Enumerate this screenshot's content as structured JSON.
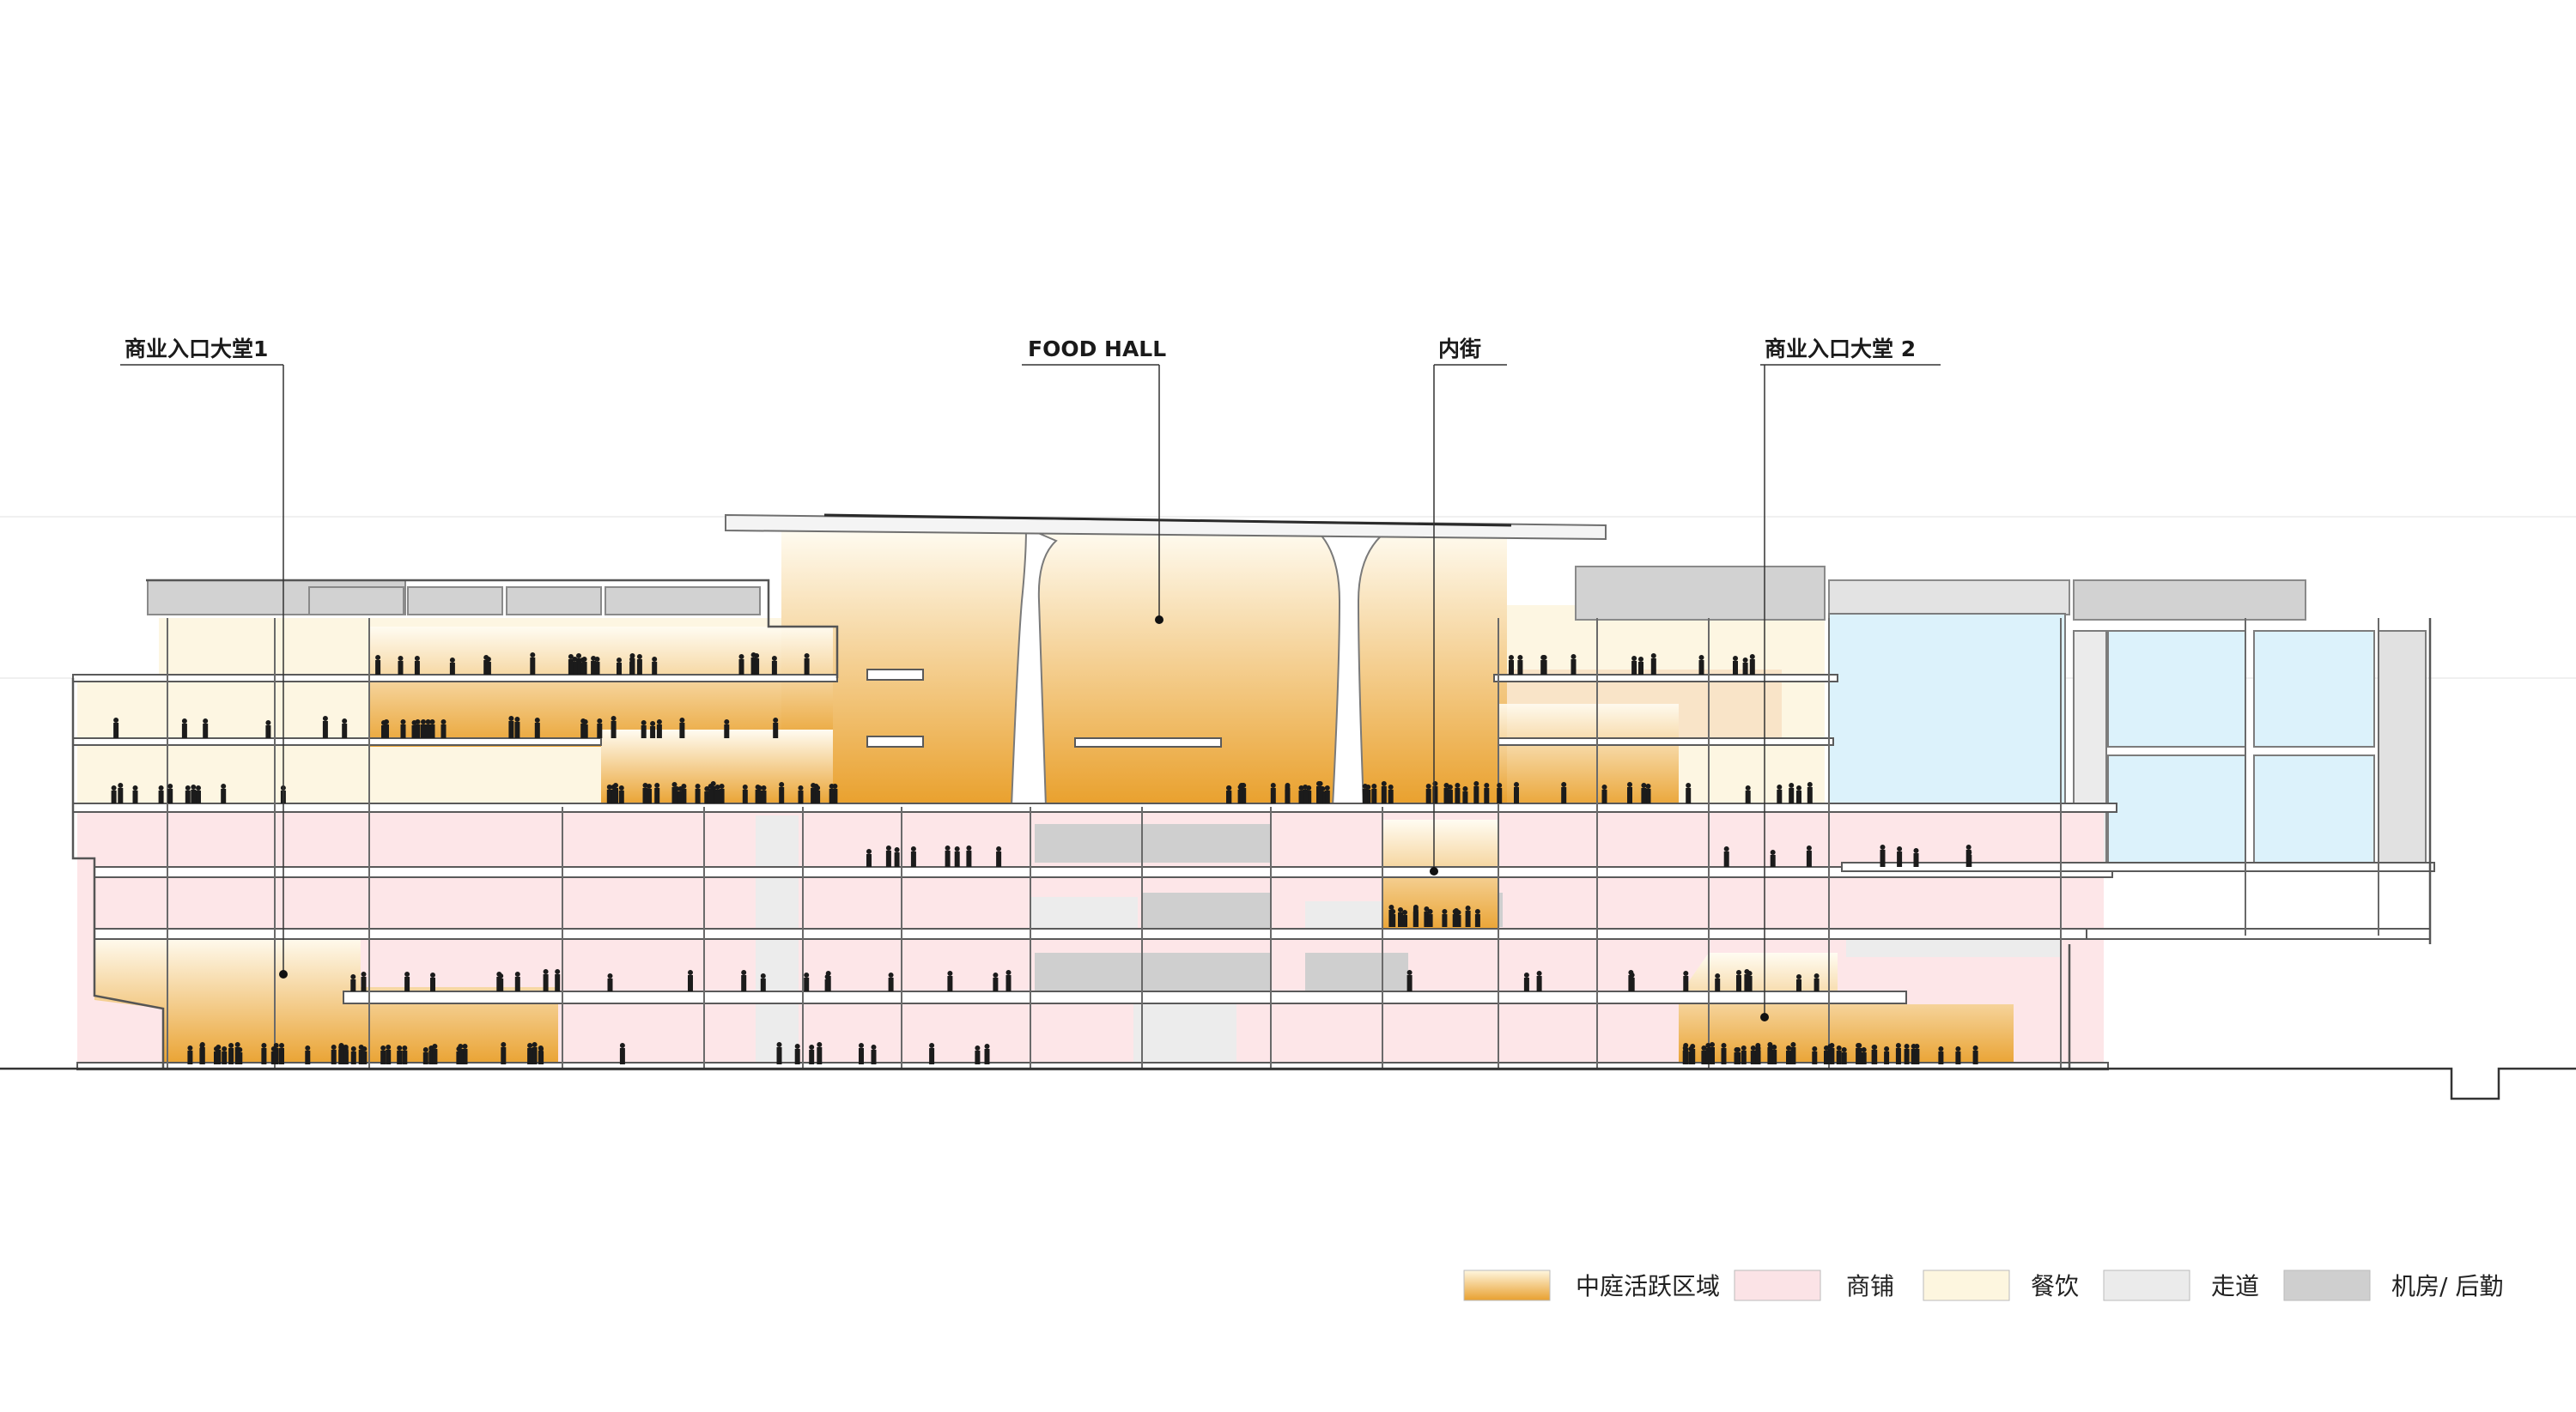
{
  "callouts": [
    {
      "id": "lobby1",
      "label": "商业入口大堂1"
    },
    {
      "id": "foodhall",
      "label": "FOOD HALL"
    },
    {
      "id": "innerstreet",
      "label": "内街"
    },
    {
      "id": "lobby2",
      "label": "商业入口大堂 2"
    }
  ],
  "legend": [
    {
      "id": "atrium",
      "label": "中庭活跃区域",
      "color": "#e8a93a"
    },
    {
      "id": "retail",
      "label": "商铺",
      "color": "#fbe3e6"
    },
    {
      "id": "dining",
      "label": "餐饮",
      "color": "#fdf6df"
    },
    {
      "id": "corridor",
      "label": "走道",
      "color": "#ebebeb"
    },
    {
      "id": "mep",
      "label": "机房/ 后勤",
      "color": "#cfcfcf"
    }
  ],
  "colors": {
    "atrium_top": "#fffdf6",
    "atrium_bottom": "#e8a02a",
    "glass": "#d9f1fb",
    "slab": "#ffffff",
    "line": "#555555"
  }
}
